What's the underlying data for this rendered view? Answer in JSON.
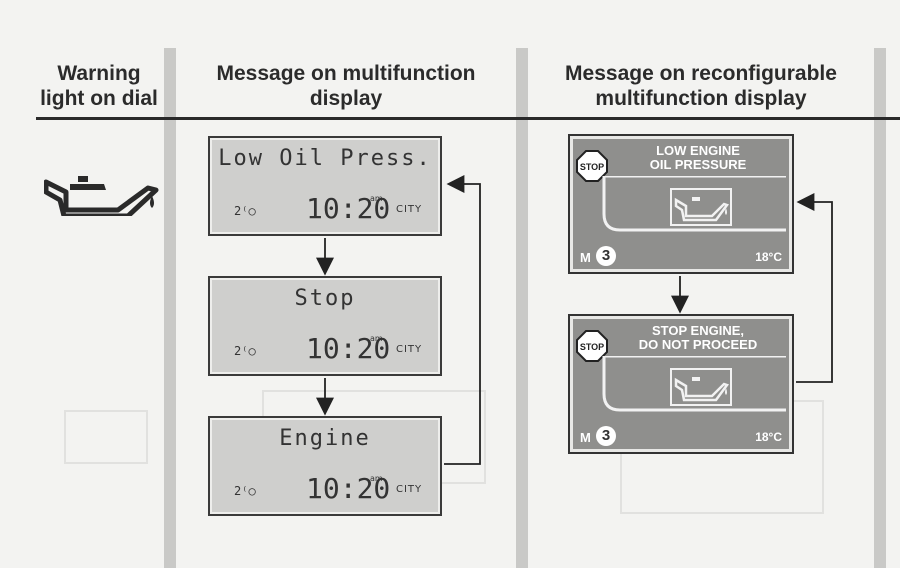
{
  "headers": {
    "col1": "Warning light on dial",
    "col2": "Message on multifunction display",
    "col3": "Message on reconfigurable multifunction display"
  },
  "warning_light": {
    "icon": "oil-can-icon"
  },
  "multifunction_displays": [
    {
      "message": "Low Oil Press.",
      "icon": "2⁽○",
      "time": "10:20",
      "ampm": "am",
      "mode": "CITY"
    },
    {
      "message": "Stop",
      "icon": "2⁽○",
      "time": "10:20",
      "ampm": "am",
      "mode": "CITY"
    },
    {
      "message": "Engine",
      "icon": "2⁽○",
      "time": "10:20",
      "ampm": "am",
      "mode": "CITY"
    }
  ],
  "reconfigurable_displays": [
    {
      "stop_label": "STOP",
      "line1": "LOW ENGINE",
      "line2": "OIL PRESSURE",
      "m_label": "M",
      "m_number": "3",
      "temperature": "18°C"
    },
    {
      "stop_label": "STOP",
      "line1": "STOP ENGINE,",
      "line2": "DO NOT PROCEED",
      "m_label": "M",
      "m_number": "3",
      "temperature": "18°C"
    }
  ],
  "colors": {
    "lcd_background": "#cfcfcd",
    "rmfd_background": "#8f8f8d",
    "divider": "#c9c9c7",
    "rule": "#2a2a2a"
  }
}
